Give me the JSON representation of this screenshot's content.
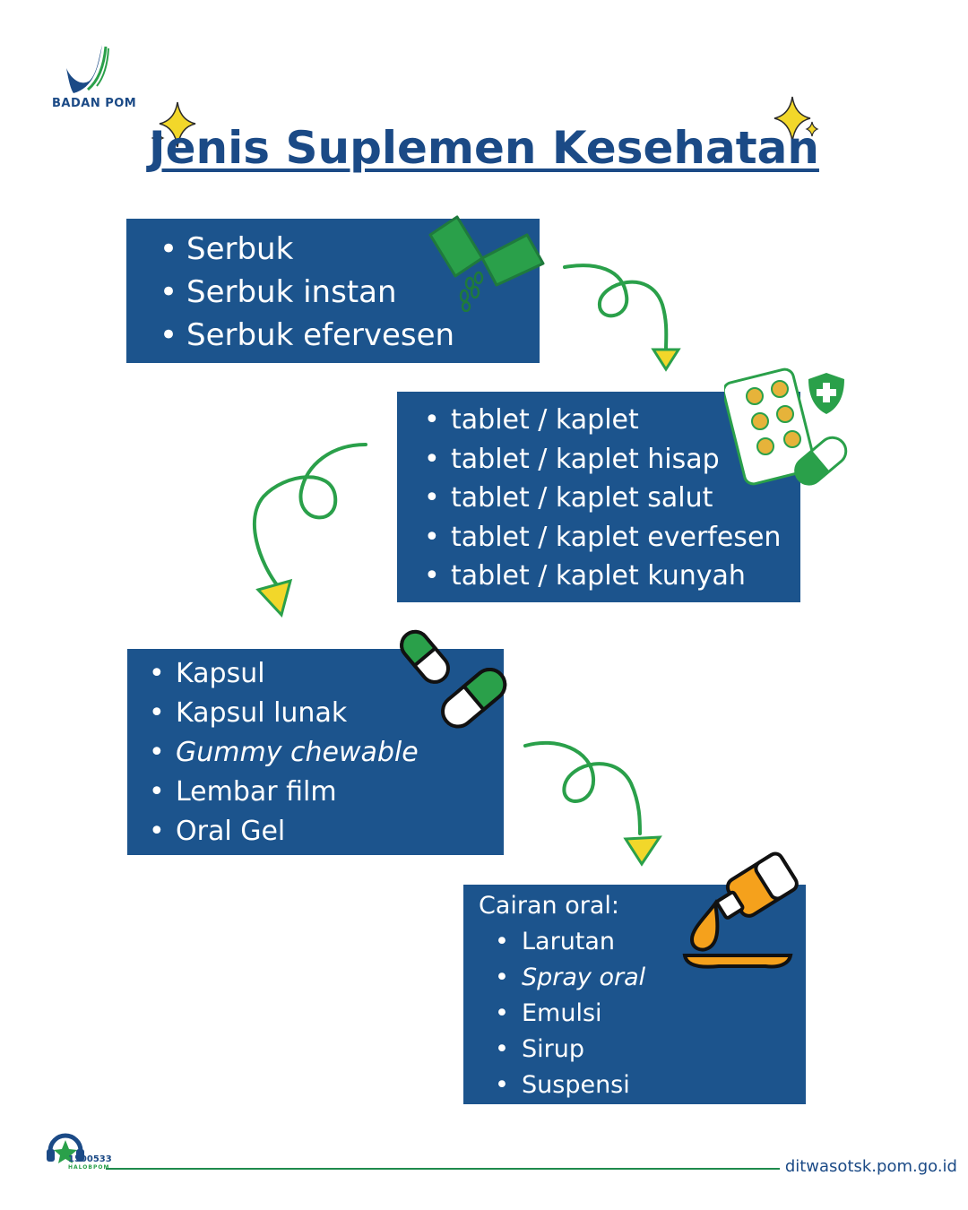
{
  "logo": {
    "name": "BADAN POM"
  },
  "title": "Jenis Suplemen Kesehatan",
  "groups": {
    "serbuk": {
      "items": [
        "Serbuk",
        "Serbuk instan",
        "Serbuk efervesen"
      ]
    },
    "tablet": {
      "items": [
        "tablet / kaplet",
        "tablet / kaplet hisap",
        "tablet / kaplet salut",
        "tablet / kaplet everfesen",
        "tablet / kaplet kunyah"
      ]
    },
    "kapsul": {
      "items": [
        "Kapsul",
        "Kapsul lunak",
        "Gummy chewable",
        "Lembar film",
        "Oral Gel"
      ]
    },
    "cairan": {
      "heading": "Cairan oral:",
      "items": [
        "Larutan",
        "Spray oral",
        "Emulsi",
        "Sirup",
        "Suspensi"
      ]
    }
  },
  "footer": {
    "hotline": "1500533",
    "hotline_label": "HALOBPOM",
    "website": "ditwasotsk.pom.go.id"
  },
  "colors": {
    "box": "#1c548d",
    "title": "#1b4a86",
    "accent_green": "#1f9a4a",
    "accent_yellow": "#f2d72a",
    "accent_orange": "#f5a11c"
  },
  "icons": [
    "badan-pom-logo-icon",
    "sparkle-icon",
    "powder-sachet-icon",
    "tablet-blister-icon",
    "shield-cross-icon",
    "capsule-icon",
    "dropper-spoon-icon",
    "headset-hotline-icon",
    "curly-arrow-icon"
  ]
}
